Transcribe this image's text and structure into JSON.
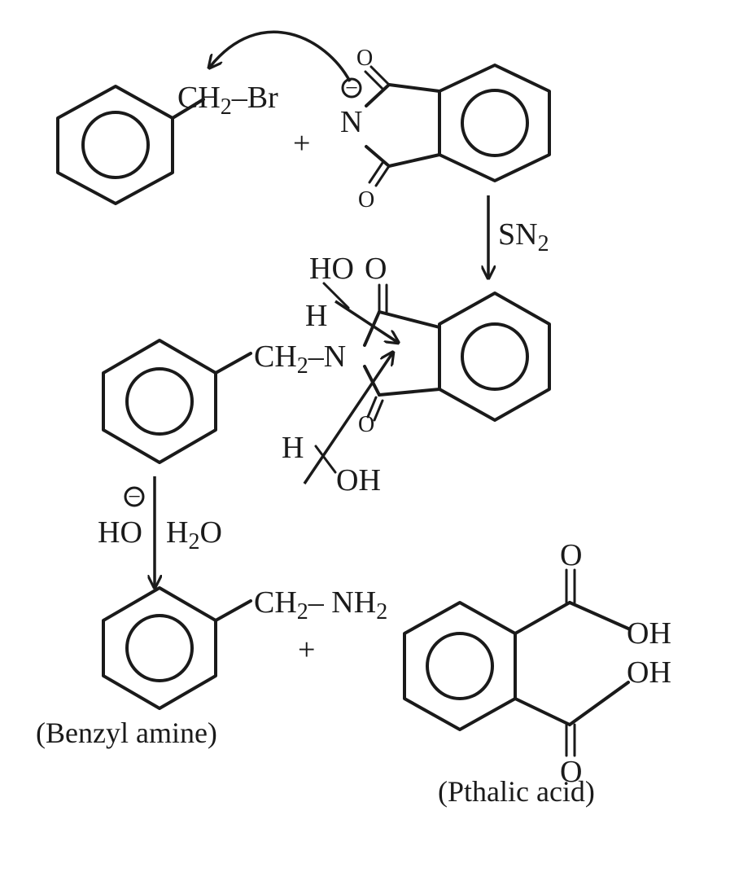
{
  "step1": {
    "benzyl_group": "CH",
    "sub2": "2",
    "bromide": "–Br",
    "plus": "+",
    "nitrogen": "N",
    "oxygen": "O",
    "charge": "−"
  },
  "step2": {
    "reagent": "SN",
    "reagent_sub": "2"
  },
  "intermediate": {
    "ho_top": "HO",
    "o_top": "O",
    "h_top": "H",
    "ch2n_ch": "CH",
    "ch2n_sub": "2",
    "ch2n_n": "–N",
    "o_bottom": "O",
    "h_bottom": "H",
    "oh_bottom": "OH"
  },
  "step3": {
    "hydroxide": "HO",
    "charge": "−",
    "water_h": "H",
    "water_sub": "2",
    "water_o": "O"
  },
  "products": {
    "amine_ch": "CH",
    "amine_sub": "2",
    "amine_nh": "– NH",
    "amine_nh_sub": "2",
    "plus": "+",
    "o_top": "O",
    "oh_1": "OH",
    "oh_2": "OH",
    "o_bottom": "O",
    "label_amine": "(Benzyl amine)",
    "label_acid": "(Pthalic acid)"
  }
}
